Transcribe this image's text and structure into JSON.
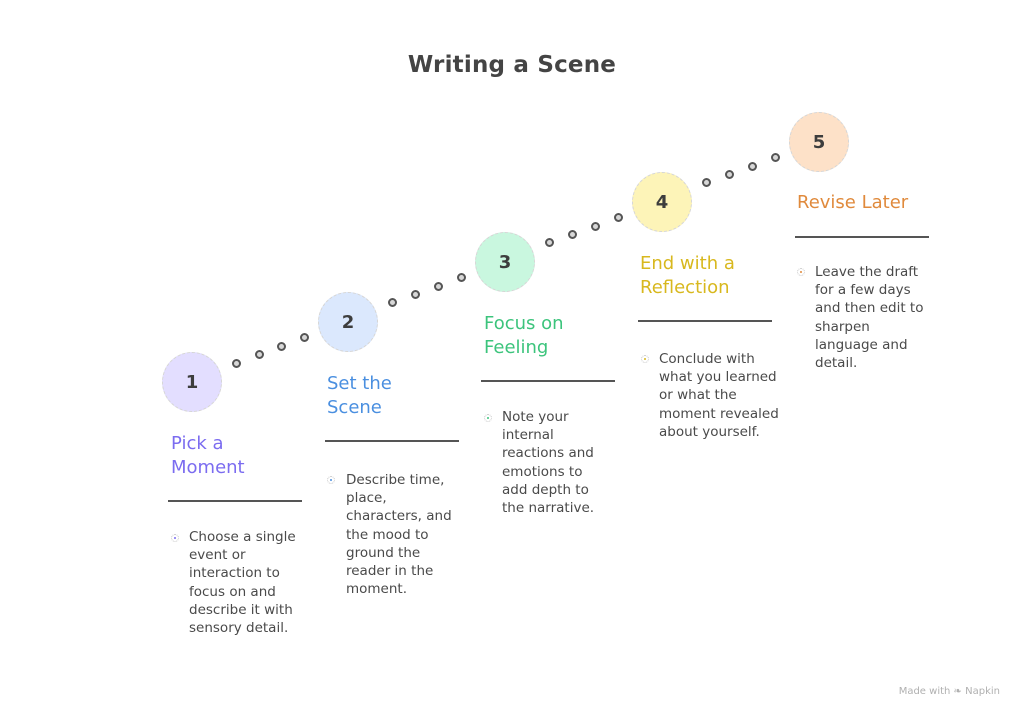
{
  "title": "Writing a Scene",
  "steps": [
    {
      "number": "1",
      "title": "Pick a Moment",
      "description": "Choose a single event or interaction to focus on and describe it with sensory detail.",
      "accent_color": "#7b6cf0",
      "circle_color": "#e3deff"
    },
    {
      "number": "2",
      "title": "Set the Scene",
      "description": "Describe time, place, characters, and the mood to ground the reader in the moment.",
      "accent_color": "#4a8fe0",
      "circle_color": "#dbe8fd"
    },
    {
      "number": "3",
      "title": "Focus on Feeling",
      "description": "Note your internal reactions and emotions to add depth to the narrative.",
      "accent_color": "#3cc47c",
      "circle_color": "#c9f7df"
    },
    {
      "number": "4",
      "title": "End with a Reflection",
      "description": "Conclude with what you learned or what the moment revealed about yourself.",
      "accent_color": "#d8b81e",
      "circle_color": "#fdf4b8"
    },
    {
      "number": "5",
      "title": "Revise Later",
      "description": "Leave the draft for a few days and then edit to sharpen language and detail.",
      "accent_color": "#e08a3c",
      "circle_color": "#fde1c8"
    }
  ],
  "footer": {
    "label": "Made with",
    "brand": "Napkin",
    "icon": "napkin-logo-icon"
  }
}
